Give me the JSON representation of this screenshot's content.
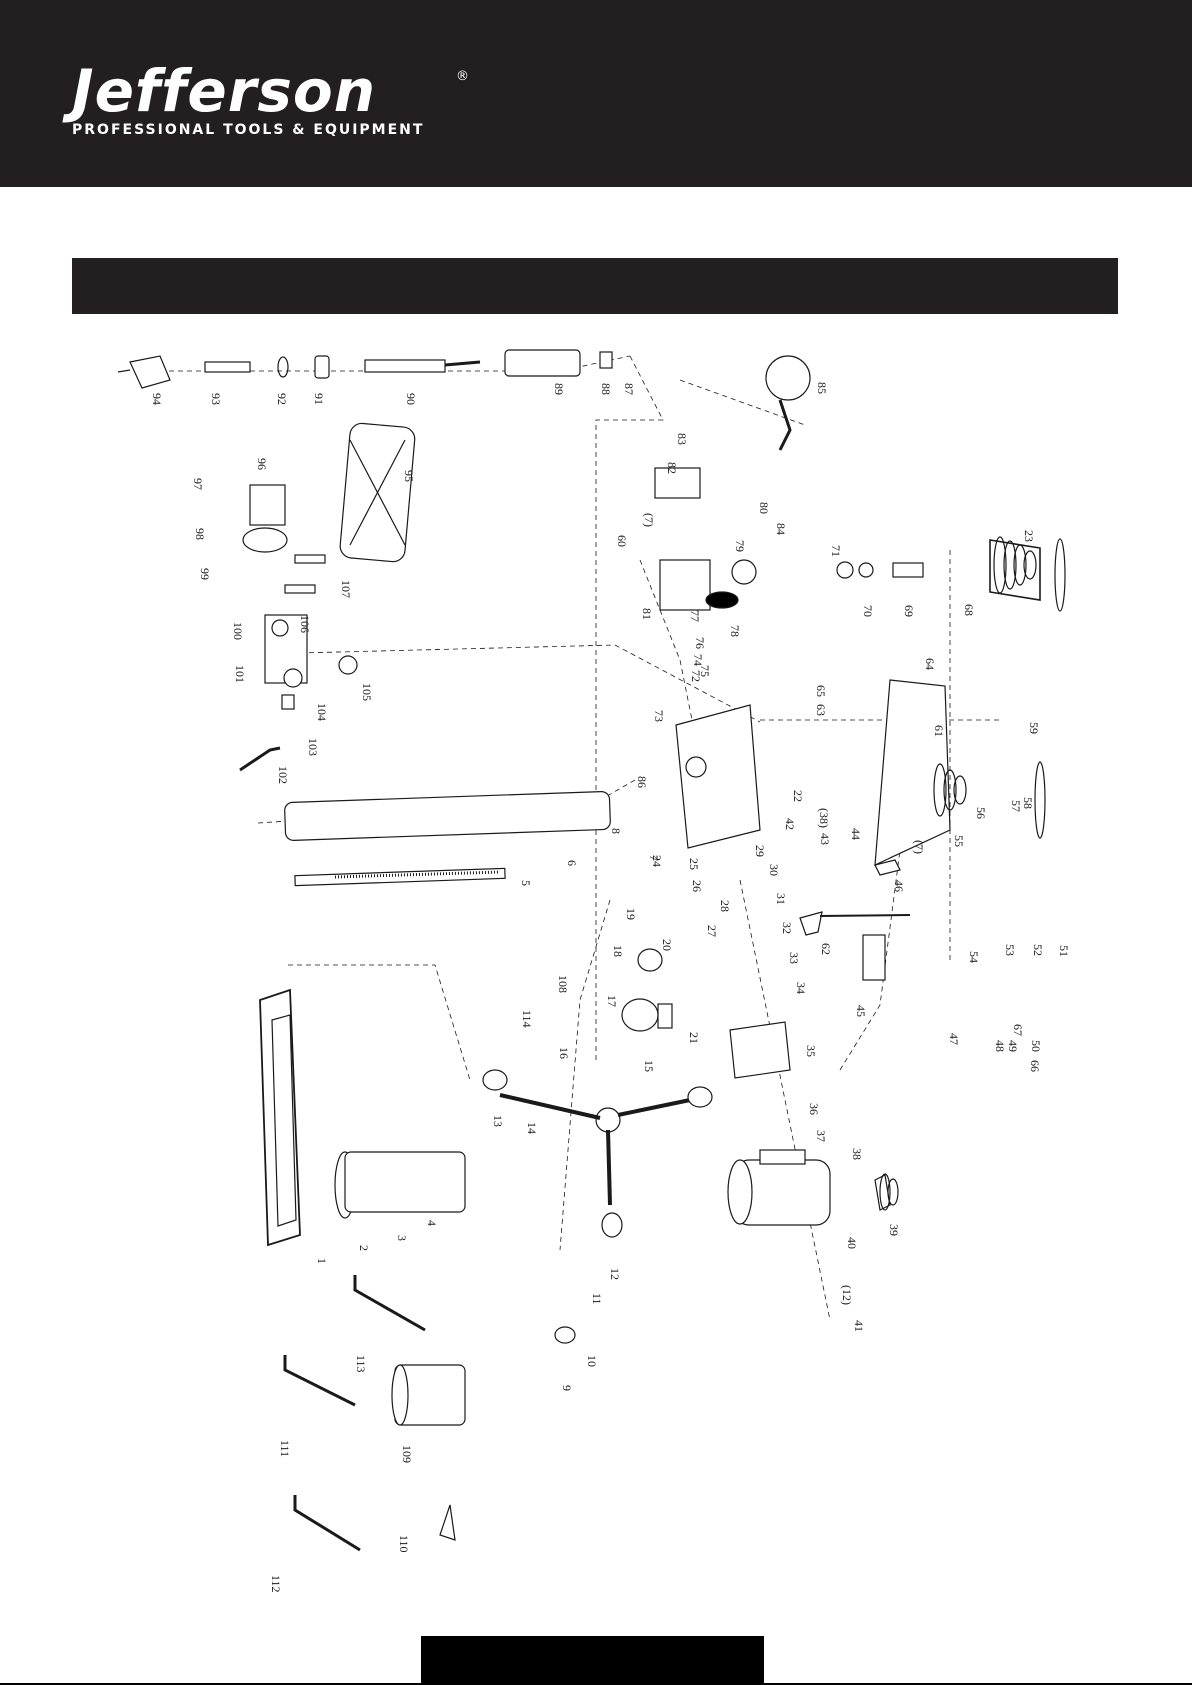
{
  "brand": {
    "name": "Jefferson",
    "registered_mark": "®",
    "tagline": "PROFESSIONAL TOOLS & EQUIPMENT"
  },
  "colors": {
    "header_bg": "#231f20",
    "ink": "#1a1a1a"
  },
  "diagram": {
    "labels": [
      "1",
      "2",
      "3",
      "4",
      "5",
      "6",
      "7",
      "8",
      "9",
      "10",
      "11",
      "12",
      "(12)",
      "13",
      "14",
      "15",
      "16",
      "17",
      "18",
      "19",
      "20",
      "21",
      "22",
      "23",
      "24",
      "25",
      "26",
      "27",
      "28",
      "29",
      "30",
      "31",
      "32",
      "33",
      "34",
      "35",
      "36",
      "37",
      "38",
      "(38)",
      "39",
      "40",
      "41",
      "42",
      "43",
      "44",
      "45",
      "46",
      "47",
      "48",
      "49",
      "50",
      "51",
      "52",
      "53",
      "54",
      "55",
      "56",
      "57",
      "58",
      "59",
      "60",
      "61",
      "62",
      "63",
      "64",
      "65",
      "66",
      "67",
      "68",
      "69",
      "70",
      "71",
      "(7)",
      "(7)",
      "72",
      "73",
      "74",
      "75",
      "76",
      "77",
      "78",
      "79",
      "80",
      "81",
      "82",
      "83",
      "84",
      "85",
      "86",
      "87",
      "88",
      "89",
      "90",
      "91",
      "92",
      "93",
      "94",
      "95",
      "96",
      "97",
      "98",
      "99",
      "100",
      "101",
      "102",
      "103",
      "104",
      "105",
      "106",
      "107",
      "108",
      "109",
      "110",
      "111",
      "112",
      "113",
      "114"
    ]
  }
}
